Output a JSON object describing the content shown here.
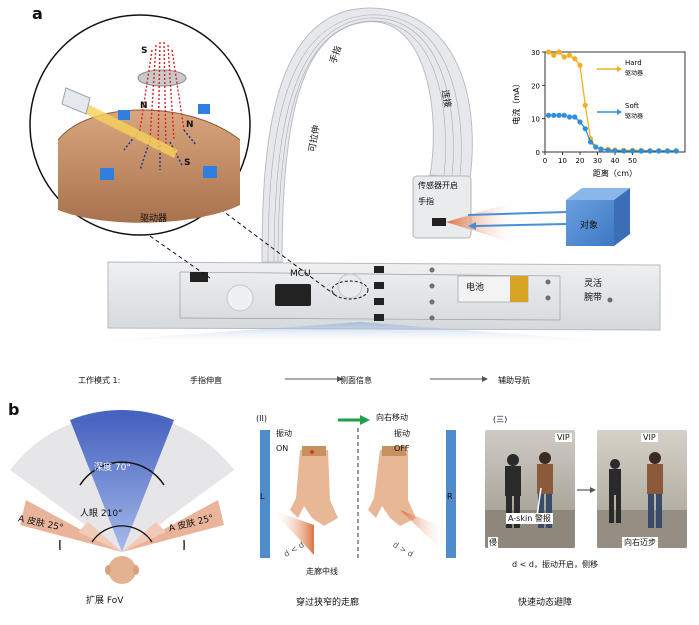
{
  "panel_a": {
    "letter": "a",
    "actuator_label": "驱动器",
    "magnet_labels": {
      "s_top": "S",
      "n_mid": "N",
      "n_right": "N",
      "s_bottom": "S"
    },
    "strap_labels": {
      "finger": "手指",
      "stretchable": "可拉伸",
      "wire": "连接"
    },
    "sensor_on": "传感器开启",
    "sensor_finger": "手指",
    "object": "对象",
    "mcu": "MCU",
    "battery": "电池",
    "wristband": "灵活\n腕带",
    "workflow": [
      "工作模式 1:",
      "手指伸直",
      "侧面信息",
      "辅助导航"
    ],
    "chart_colors": {
      "hard": "#f2b020",
      "soft": "#2f8fdc"
    }
  },
  "chart_data": {
    "type": "line",
    "title": "",
    "xlabel": "距离（cm）",
    "ylabel": "电流（mA）",
    "xlim": [
      0,
      80
    ],
    "ylim": [
      0,
      30
    ],
    "xticks": [
      "0",
      "10",
      "20",
      "30",
      "40",
      "50"
    ],
    "xtick_values": [
      0,
      10,
      20,
      30,
      40,
      50
    ],
    "yticks": [
      "0",
      "10",
      "20",
      "30"
    ],
    "ytick_values": [
      0,
      10,
      20,
      30
    ],
    "series": [
      {
        "name": "Hard",
        "sublabel": "驱动器",
        "color": "#f2b020",
        "x": [
          2,
          5,
          8,
          11,
          14,
          17,
          20,
          23,
          26,
          29,
          32,
          36,
          40,
          45,
          50,
          55,
          60,
          65,
          70,
          75
        ],
        "y": [
          30,
          29,
          30,
          28.5,
          29,
          28,
          26,
          14,
          4,
          1.5,
          1,
          0.8,
          0.6,
          0.5,
          0.5,
          0.5,
          0.4,
          0.4,
          0.4,
          0.4
        ]
      },
      {
        "name": "Soft",
        "sublabel": "驱动器",
        "color": "#2f8fdc",
        "x": [
          2,
          5,
          8,
          11,
          14,
          17,
          20,
          23,
          26,
          29,
          32,
          36,
          40,
          45,
          50,
          55,
          60,
          65,
          70,
          75
        ],
        "y": [
          11,
          11,
          11,
          11,
          10.5,
          10.5,
          9,
          7,
          3,
          1.5,
          0.8,
          0.5,
          0.4,
          0.3,
          0.3,
          0.3,
          0.3,
          0.3,
          0.3,
          0.3
        ]
      }
    ]
  },
  "panel_b": {
    "letter": "b",
    "fov": {
      "depth": "深度 70°",
      "eye": "人眼 210°",
      "skin_left": "A 皮肤 25°",
      "skin_right": "A 皮肤 25°",
      "caption": "扩展 FoV"
    },
    "corridor": {
      "label": "(II)",
      "move_right": "向右移动",
      "vib_left": "振动",
      "on": "ON",
      "vib_right": "振动",
      "off": "OFF",
      "left_wall": "L",
      "right_wall": "R",
      "d_left": "d",
      "d_left_sym": "<",
      "d_left2": "d",
      "d_right": "d",
      "d_right_sym": ">",
      "d_right2": "d",
      "centerline": "走廊中线",
      "caption": "穿过狭窄的走廊"
    },
    "avoid": {
      "label": "(三)",
      "vip_left": "VIP",
      "vip_right": "VIP",
      "alarm": "A-skin 警报",
      "small": "侵",
      "step": "向右迈步",
      "condition": "d < d，振动开启，侧移",
      "caption": "快速动态避障"
    }
  }
}
